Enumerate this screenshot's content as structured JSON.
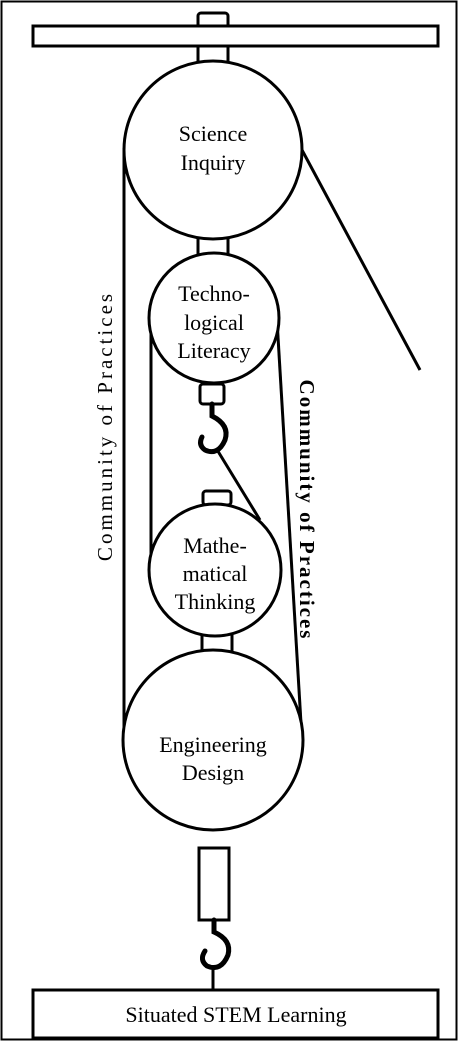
{
  "diagram": {
    "pulleys": {
      "science": [
        "Science",
        "Inquiry"
      ],
      "technology": [
        "Techno-",
        "logical",
        "Literacy"
      ],
      "math": [
        "Mathe-",
        "matical",
        "Thinking"
      ],
      "engineering": [
        "Engineering",
        "Design"
      ]
    },
    "side_labels": {
      "left": "Community of Practices",
      "right": "Community of Practices"
    },
    "base": "Situated STEM Learning"
  }
}
